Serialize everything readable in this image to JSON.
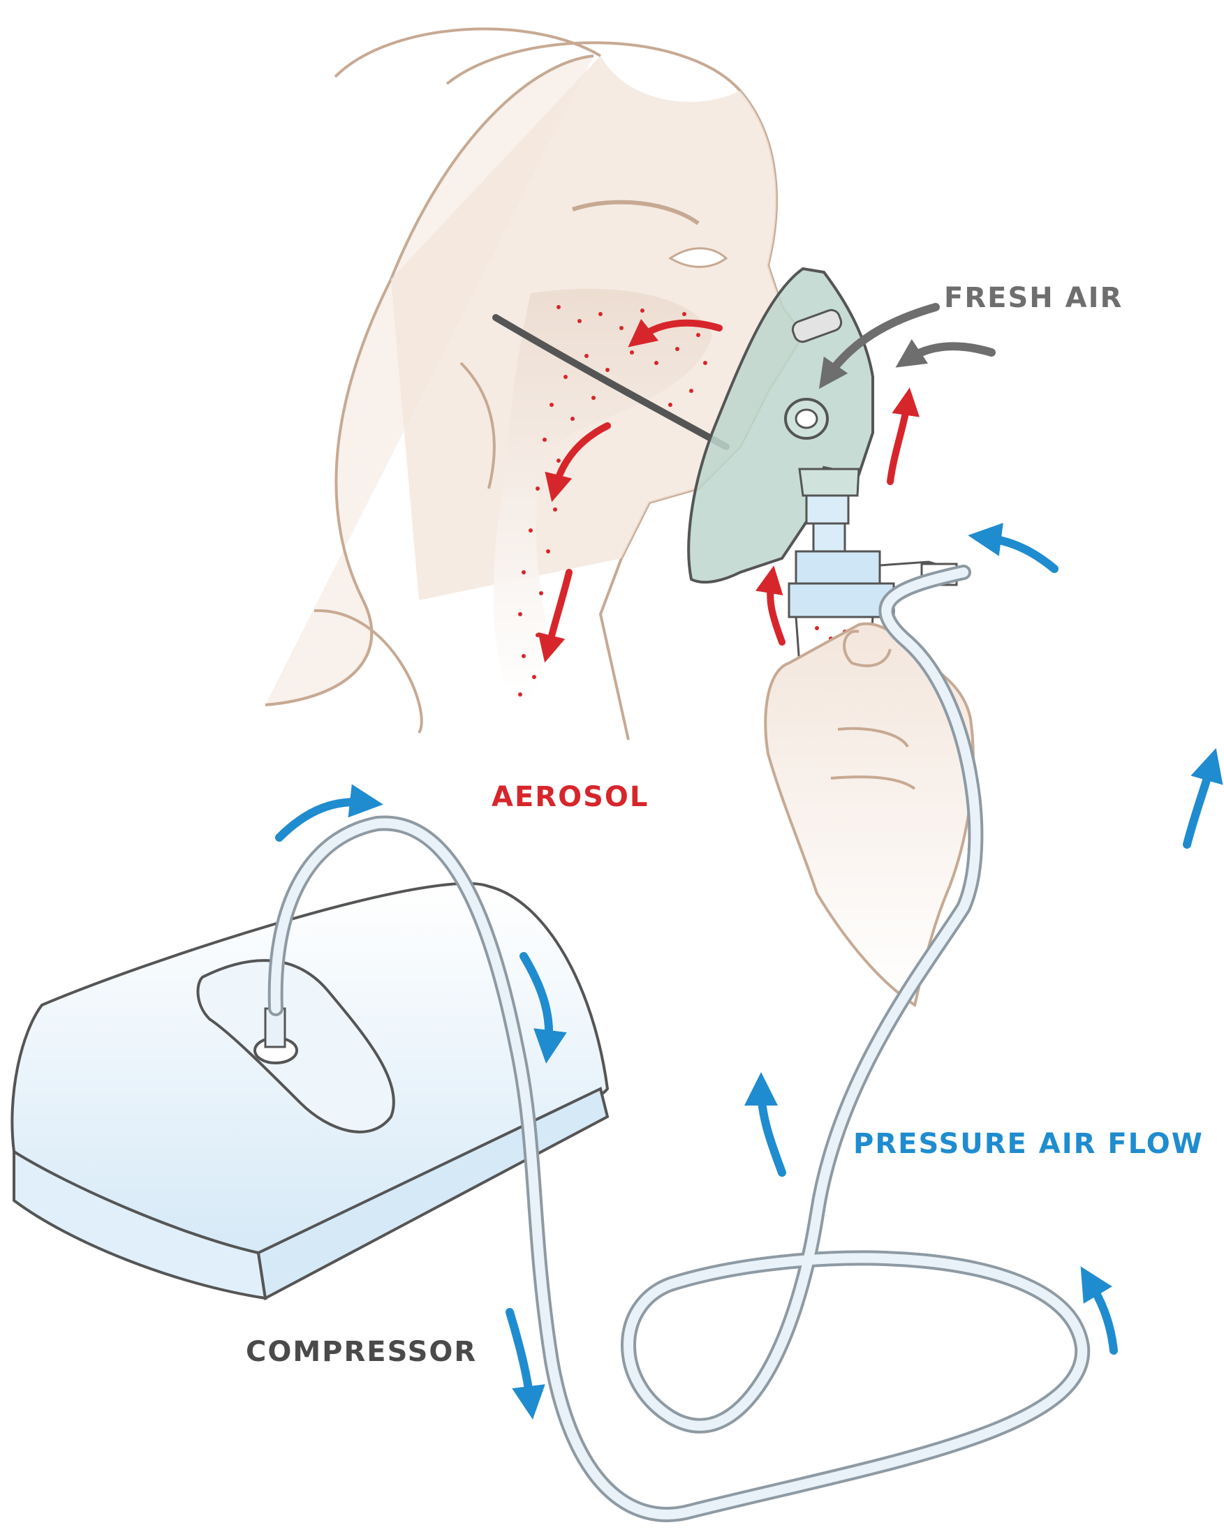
{
  "labels": {
    "fresh_air": "FRESH AIR",
    "aerosol": "AEROSOL",
    "pressure_air_flow": "PRESSURE AIR FLOW",
    "compressor": "COMPRESSOR"
  },
  "colors": {
    "fresh_air": "#6e6e6e",
    "aerosol": "#d7262b",
    "pressure_air_flow": "#1f8ccf",
    "compressor": "#4a4a4a",
    "skin": "#f3e6dc",
    "skin_outline": "#c7a993",
    "mask": "#bcd6cd",
    "device_blue": "#cfe6f6",
    "tube": "#9aa7b0"
  }
}
